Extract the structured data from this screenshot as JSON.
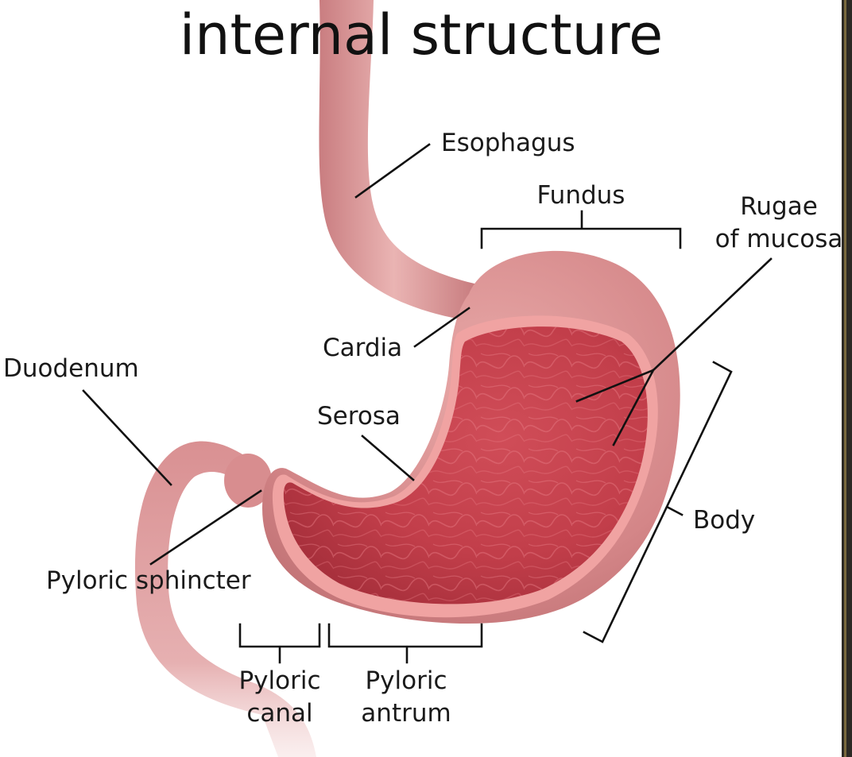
{
  "title": "internal structure",
  "labels": {
    "esophagus": "Esophagus",
    "fundus": "Fundus",
    "rugae_line1": "Rugae",
    "rugae_line2": "of mucosa",
    "cardia": "Cardia",
    "duodenum": "Duodenum",
    "serosa": "Serosa",
    "body": "Body",
    "pyloric_sphincter": "Pyloric sphincter",
    "pyloric_canal_line1": "Pyloric",
    "pyloric_canal_line2": "canal",
    "pyloric_antrum_line1": "Pyloric",
    "pyloric_antrum_line2": "antrum"
  },
  "colors": {
    "tissue": "#d98f8f",
    "tissue_dark": "#b96a6c",
    "serosa": "#f2a7a5",
    "mucosa": "#c8444f",
    "mucosa_dark": "#a42f3b"
  }
}
